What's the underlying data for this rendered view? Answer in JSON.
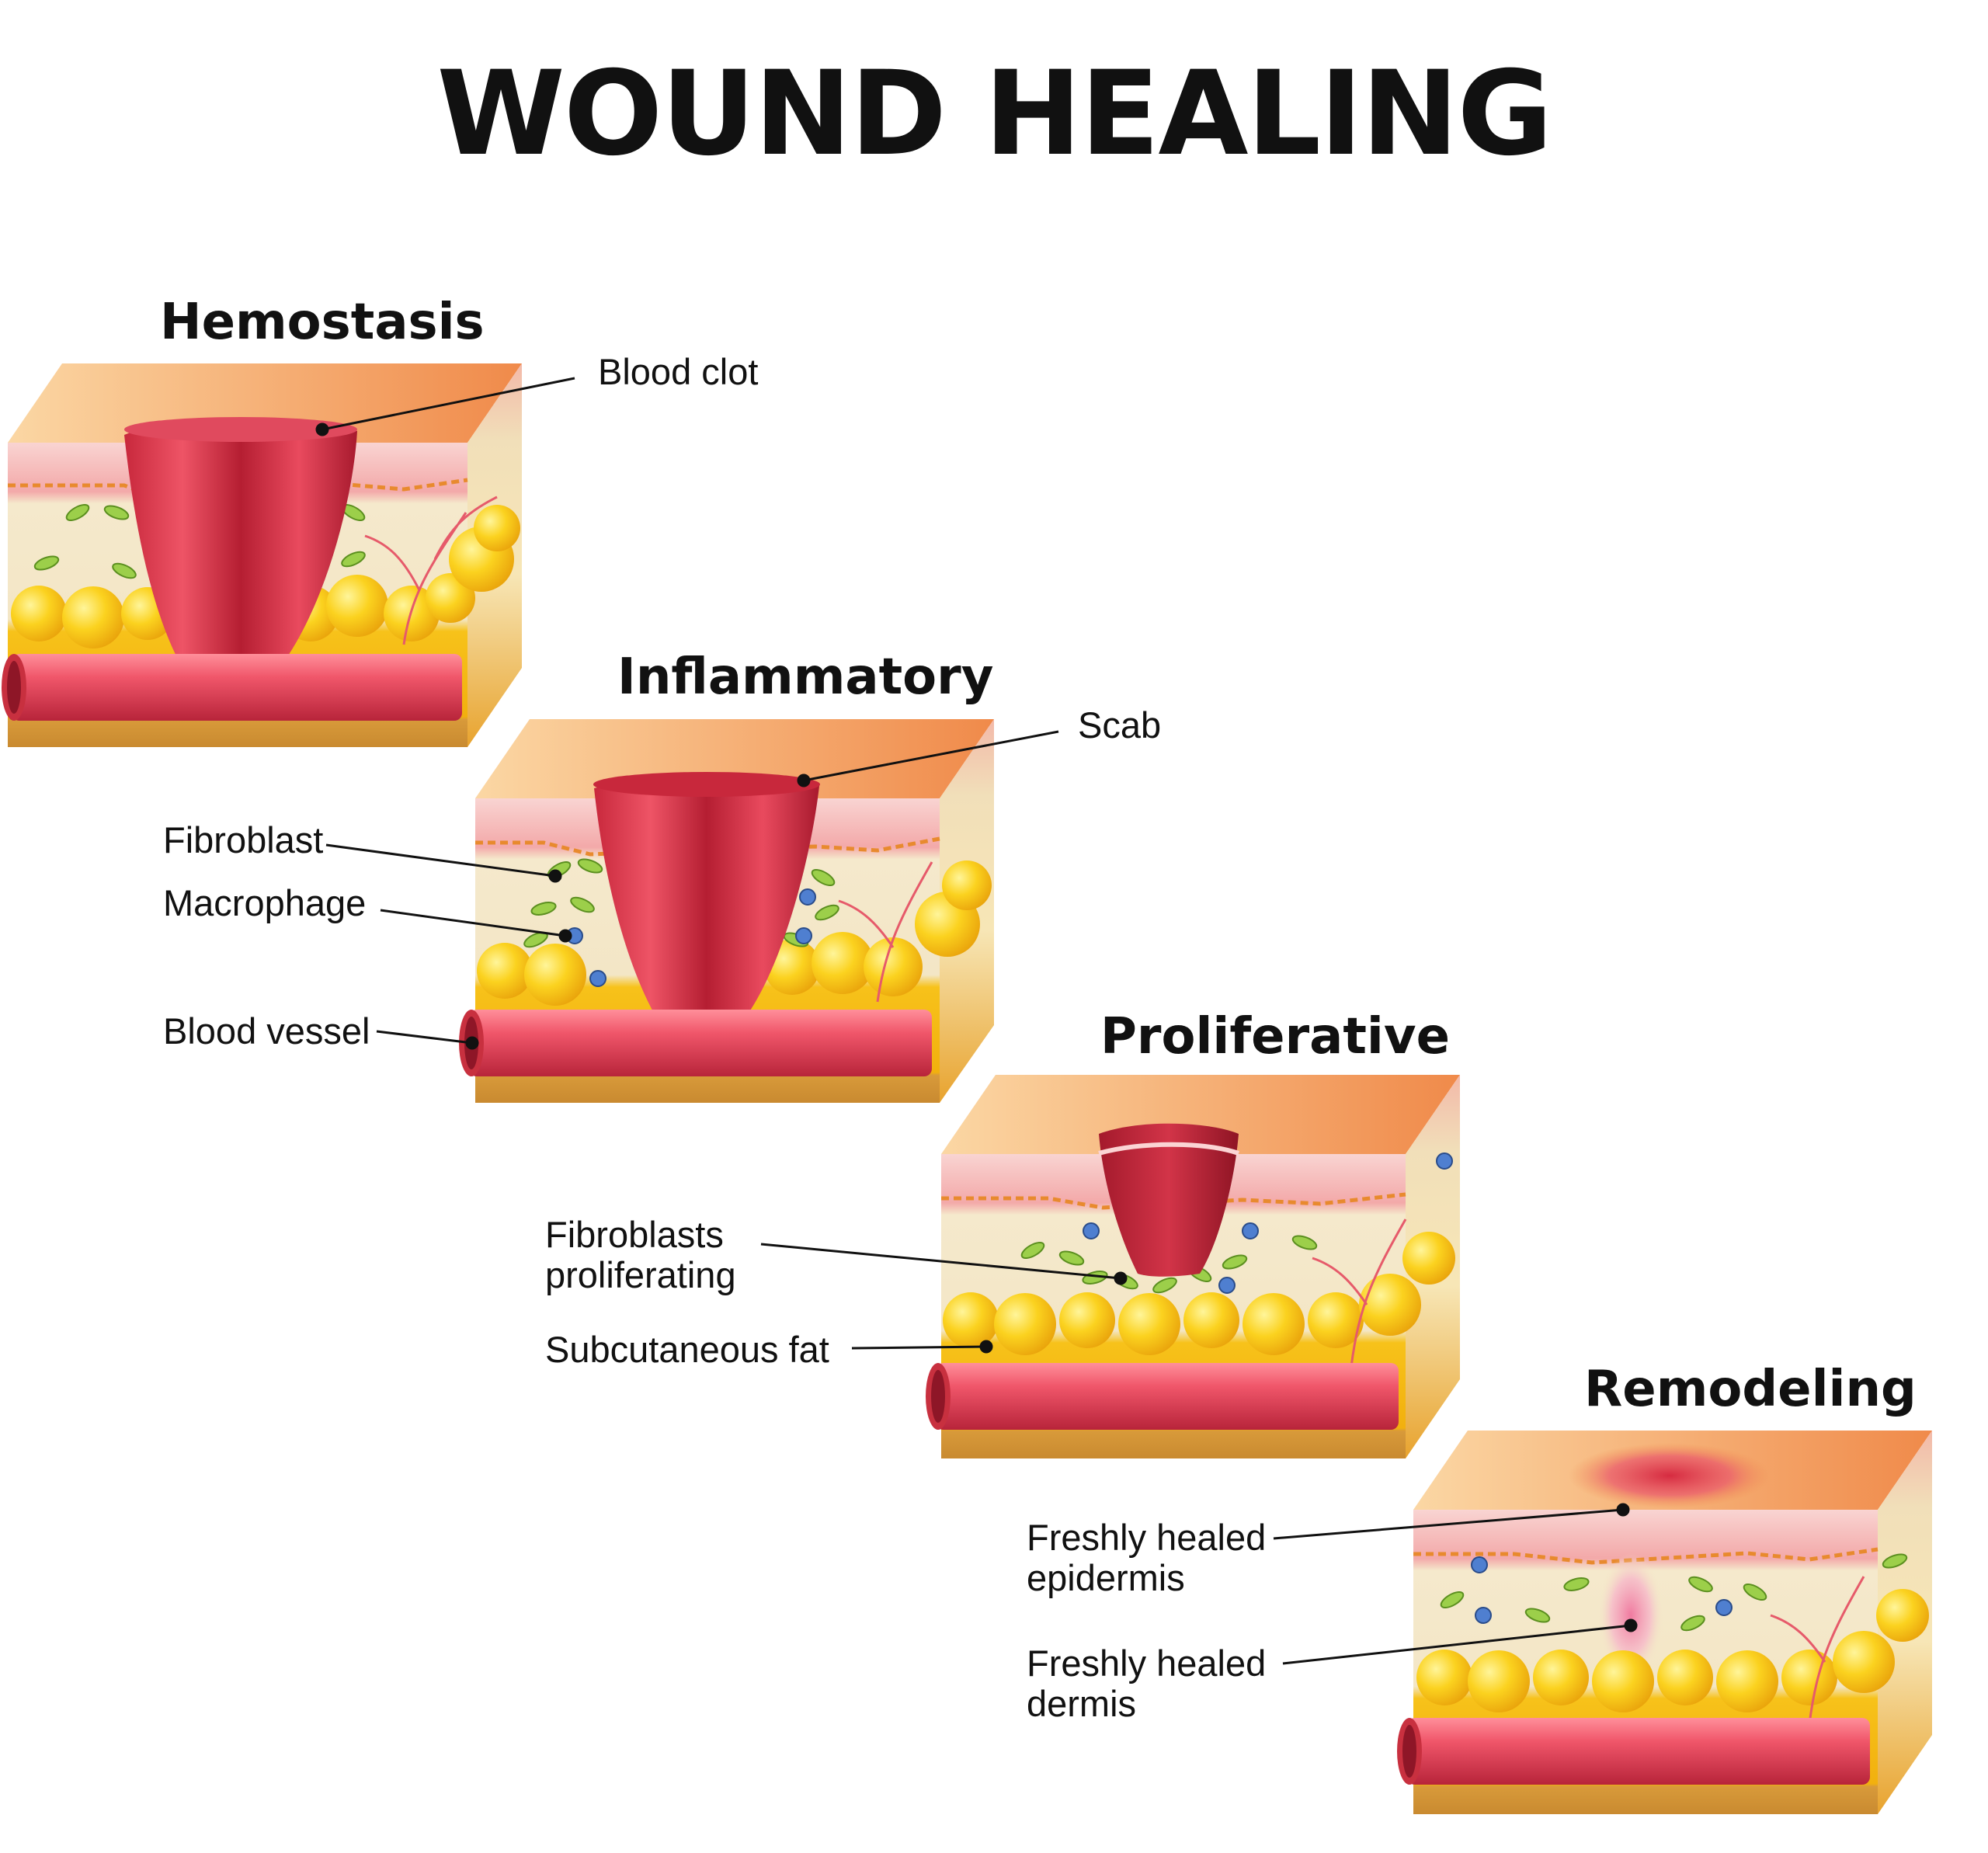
{
  "title": "WOUND HEALING",
  "stages": {
    "hemostasis": {
      "title": "Hemostasis",
      "label_blood_clot": "Blood clot"
    },
    "inflammatory": {
      "title": "Inflammatory",
      "label_scab": "Scab",
      "label_fibroblast": "Fibroblast",
      "label_macrophage": "Macrophage",
      "label_blood_vessel": "Blood vessel"
    },
    "proliferative": {
      "title": "Proliferative",
      "label_fibroblasts_line1": "Fibroblasts",
      "label_fibroblasts_line2": "proliferating",
      "label_subcutaneous_fat": "Subcutaneous fat"
    },
    "remodeling": {
      "title": "Remodeling",
      "label_epidermis_line1": "Freshly healed",
      "label_epidermis_line2": "epidermis",
      "label_dermis_line1": "Freshly healed",
      "label_dermis_line2": "dermis"
    }
  },
  "colors": {
    "skin_surface": "#f08a4a",
    "epidermis": "#f6b5b0",
    "dermis": "#f3e6c6",
    "fat": "#f7c21a",
    "vessel": "#e8445a",
    "clot": "#c8283c",
    "base": "#d89a3a"
  }
}
